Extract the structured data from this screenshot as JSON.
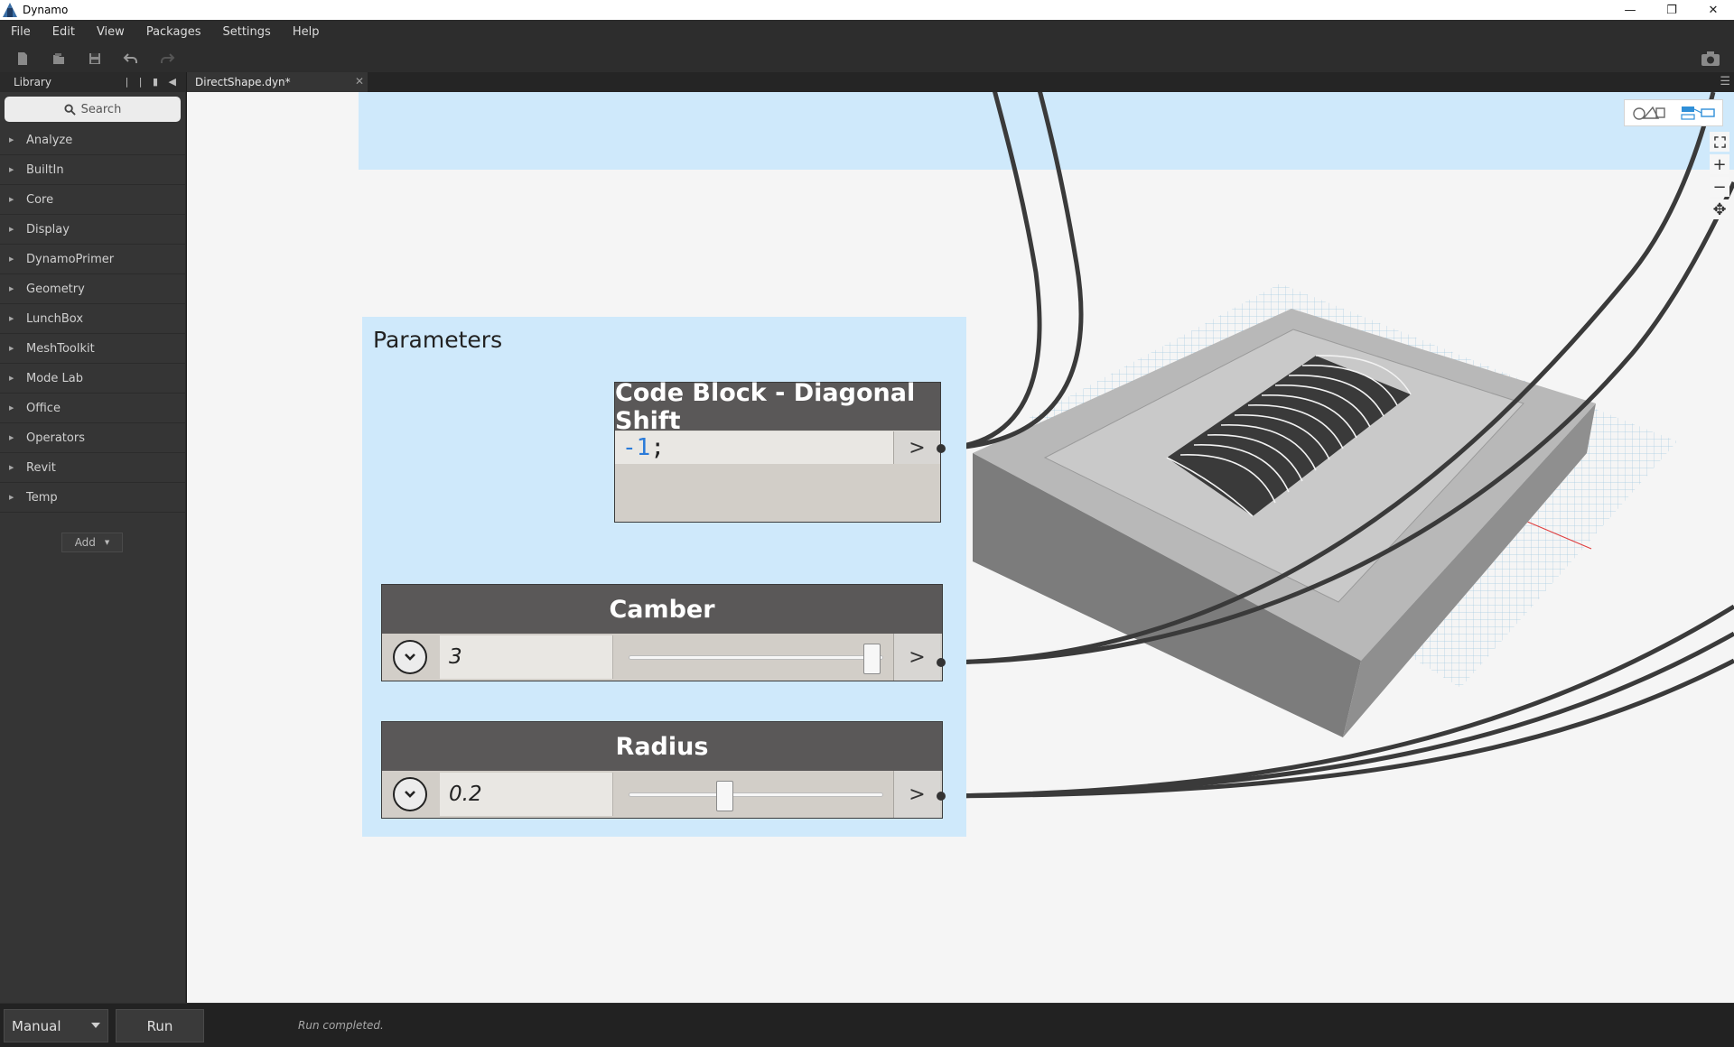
{
  "window": {
    "title": "Dynamo",
    "controls": [
      "minimize-icon",
      "restore-icon",
      "close-icon"
    ]
  },
  "menu": {
    "items": [
      "File",
      "Edit",
      "View",
      "Packages",
      "Settings",
      "Help"
    ]
  },
  "toolbar": {
    "icons": [
      "new-file-icon",
      "open-file-icon",
      "save-icon",
      "undo-icon",
      "redo-icon"
    ],
    "screenshot_icon": "camera-icon"
  },
  "library": {
    "header": "Library",
    "search_placeholder": "Search",
    "items": [
      {
        "label": "Analyze"
      },
      {
        "label": "BuiltIn"
      },
      {
        "label": "Core"
      },
      {
        "label": "Display"
      },
      {
        "label": "DynamoPrimer"
      },
      {
        "label": "Geometry"
      },
      {
        "label": "LunchBox"
      },
      {
        "label": "MeshToolkit"
      },
      {
        "label": "Mode Lab"
      },
      {
        "label": "Office"
      },
      {
        "label": "Operators"
      },
      {
        "label": "Revit"
      },
      {
        "label": "Temp"
      }
    ],
    "add_label": "Add"
  },
  "tabs": [
    {
      "name": "DirectShape.dyn*"
    }
  ],
  "canvas": {
    "group_title": "Parameters",
    "code_block": {
      "title": "Code Block - Diagonal Shift",
      "code_number": "-1",
      "code_suffix": ";",
      "output_label": ">"
    },
    "sliders": [
      {
        "title": "Camber",
        "value": "3",
        "fraction": 0.99,
        "output_label": ">"
      },
      {
        "title": "Radius",
        "value": "0.2",
        "fraction": 0.37,
        "output_label": ">"
      }
    ]
  },
  "bottom": {
    "run_mode": "Manual",
    "run_label": "Run",
    "status": "Run completed."
  },
  "colors": {
    "group_bg": "#cfe9fb",
    "node_header": "#5a5858",
    "code_number": "#2b7bd9",
    "canvas_bg": "#f5f5f5"
  }
}
